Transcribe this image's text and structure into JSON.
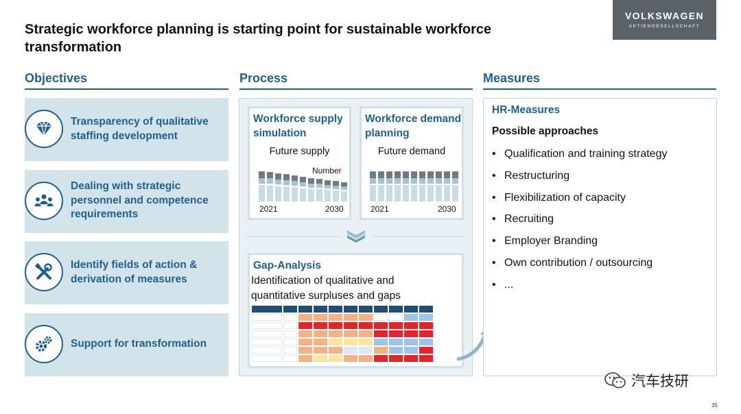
{
  "title": "Strategic workforce planning is starting point for sustainable workforce transformation",
  "logo": {
    "brand": "VOLKSWAGEN",
    "sub": "AKTIENGESELLSCHAFT"
  },
  "columns": {
    "objectives": "Objectives",
    "process": "Process",
    "measures": "Measures"
  },
  "objectives": [
    {
      "label": "Transparency of qualitative staffing  development",
      "icon": "diamond-icon"
    },
    {
      "label": "Dealing with strategic personnel and competence requirements",
      "icon": "people-icon"
    },
    {
      "label": "Identify fields of action & derivation of measures",
      "icon": "tools-icon"
    },
    {
      "label": "Support for  transformation",
      "icon": "gears-icon"
    }
  ],
  "process": {
    "supply": {
      "heading": "Workforce supply simulation",
      "chart_title": "Future supply",
      "unit": "Number",
      "start": "2021",
      "end": "2030"
    },
    "demand": {
      "heading": "Workforce demand planning",
      "chart_title": "Future demand",
      "start": "2021",
      "end": "2030"
    },
    "gap": {
      "heading": "Gap-Analysis",
      "line1": "Identification of qualitative and",
      "line2": "quantitative surpluses and gaps"
    }
  },
  "measures": {
    "heading": "HR-Measures",
    "subheading": "Possible approaches",
    "items": [
      "Qualification and training strategy",
      "Restructuring",
      "Flexibilization of capacity",
      "Recruiting",
      "Employer Branding",
      "Own contribution / outsourcing",
      "..."
    ],
    "bullet": "•"
  },
  "watermark": "汽车技研",
  "page_number": "35",
  "colors": {
    "accent": "#1f5f8b",
    "panel": "#d3e3ea",
    "logo_bg": "#5a6167"
  }
}
